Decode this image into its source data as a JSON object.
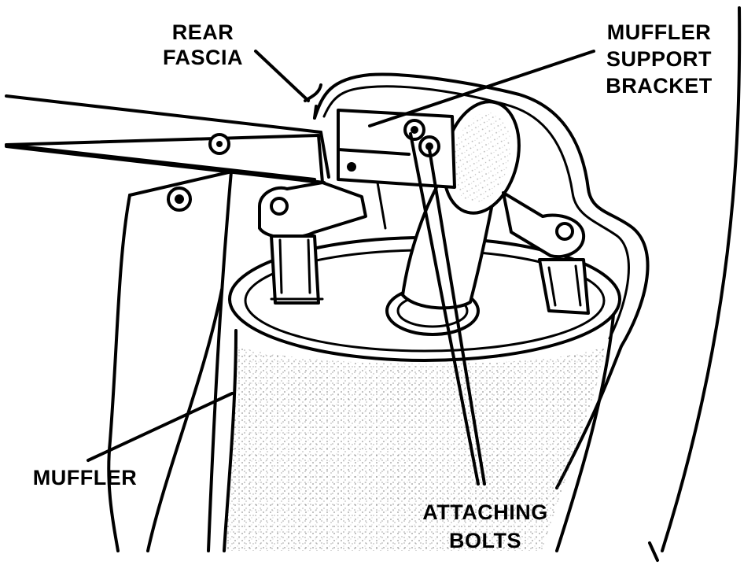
{
  "labels": {
    "rear_fascia": [
      "REAR",
      "FASCIA"
    ],
    "muffler_support_bracket": [
      "MUFFLER",
      "SUPPORT",
      "BRACKET"
    ],
    "muffler": "MUFFLER",
    "attaching_bolts": [
      "ATTACHING",
      "BOLTS"
    ]
  },
  "colors": {
    "ink": "#000000",
    "paper": "#ffffff",
    "stipple": "#555555"
  }
}
